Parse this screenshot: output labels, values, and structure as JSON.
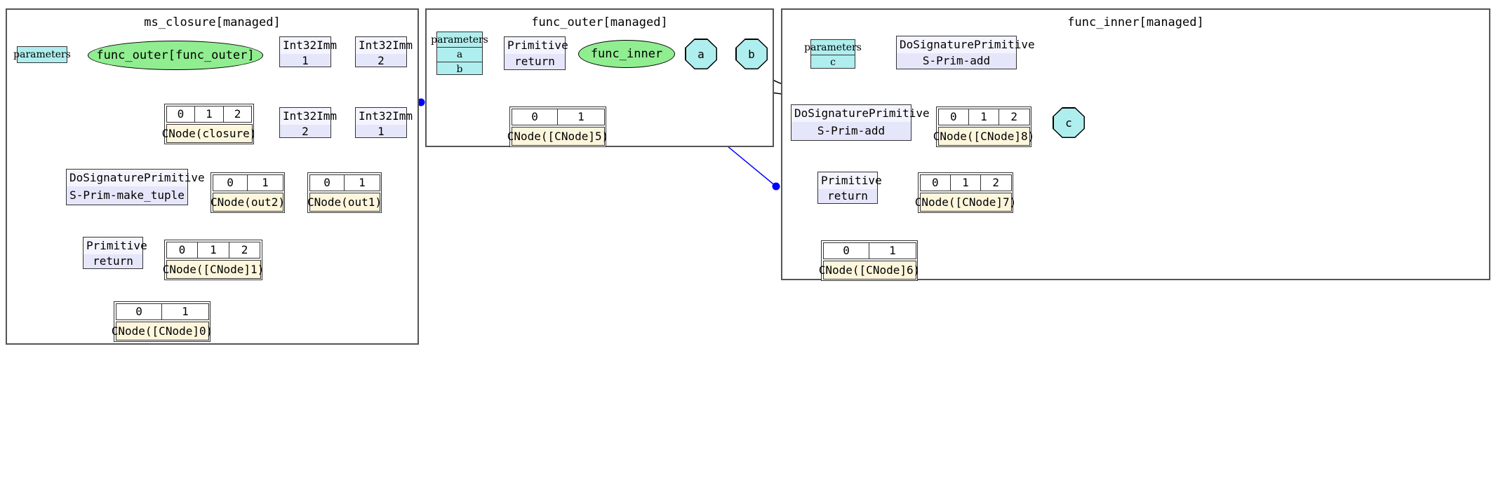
{
  "clusters": [
    {
      "title": "ms_closure[managed]"
    },
    {
      "title": "func_outer[managed]"
    },
    {
      "title": "func_inner[managed]"
    }
  ],
  "ms_closure": {
    "parameters": {
      "header": "parameters",
      "items": []
    },
    "func_outer_ellipse": "func_outer[func_outer]",
    "int_imm_1": {
      "type": "Int32Imm",
      "value": "1"
    },
    "int_imm_2": {
      "type": "Int32Imm",
      "value": "2"
    },
    "int_imm_3": {
      "type": "Int32Imm",
      "value": "2"
    },
    "int_imm_4": {
      "type": "Int32Imm",
      "value": "1"
    },
    "cnode_closure": {
      "ports": [
        "0",
        "1",
        "2"
      ],
      "label": "CNode(closure)"
    },
    "cnode_out2": {
      "ports": [
        "0",
        "1"
      ],
      "label": "CNode(out2)"
    },
    "cnode_out1": {
      "ports": [
        "0",
        "1"
      ],
      "label": "CNode(out1)"
    },
    "sig_make_tuple": {
      "type": "DoSignaturePrimitive",
      "value": "S-Prim-make_tuple"
    },
    "prim_return": {
      "type": "Primitive",
      "value": "return"
    },
    "cnode_1": {
      "ports": [
        "0",
        "1",
        "2"
      ],
      "label": "CNode([CNode]1)"
    },
    "cnode_0": {
      "ports": [
        "0",
        "1"
      ],
      "label": "CNode([CNode]0)"
    }
  },
  "func_outer": {
    "parameters": {
      "header": "parameters",
      "items": [
        "a",
        "b"
      ]
    },
    "prim_return": {
      "type": "Primitive",
      "value": "return"
    },
    "cnode_5": {
      "ports": [
        "0",
        "1"
      ],
      "label": "CNode([CNode]5)"
    }
  },
  "free_nodes": {
    "func_inner_ellipse": "func_inner",
    "octagon_a": "a",
    "octagon_b": "b",
    "octagon_c": "c"
  },
  "func_inner": {
    "parameters": {
      "header": "parameters",
      "items": [
        "c"
      ]
    },
    "sig_add_top": {
      "type": "DoSignaturePrimitive",
      "value": "S-Prim-add"
    },
    "sig_add_left": {
      "type": "DoSignaturePrimitive",
      "value": "S-Prim-add"
    },
    "prim_return": {
      "type": "Primitive",
      "value": "return"
    },
    "cnode_8": {
      "ports": [
        "0",
        "1",
        "2"
      ],
      "label": "CNode([CNode]8)"
    },
    "cnode_7": {
      "ports": [
        "0",
        "1",
        "2"
      ],
      "label": "CNode([CNode]7)"
    },
    "cnode_6": {
      "ports": [
        "0",
        "1"
      ],
      "label": "CNode([CNode]6)"
    }
  },
  "colors": {
    "ellipse_fill": "#90ee90",
    "octagon_fill": "#afeeee",
    "parameters_fill": "#afeeee",
    "primitive_fill": "#e6e6fa",
    "cnode_label_fill": "#fdf6dc",
    "cross_cluster_edge": "#0000ff",
    "edge": "#000000",
    "cluster_border": "#555555"
  }
}
